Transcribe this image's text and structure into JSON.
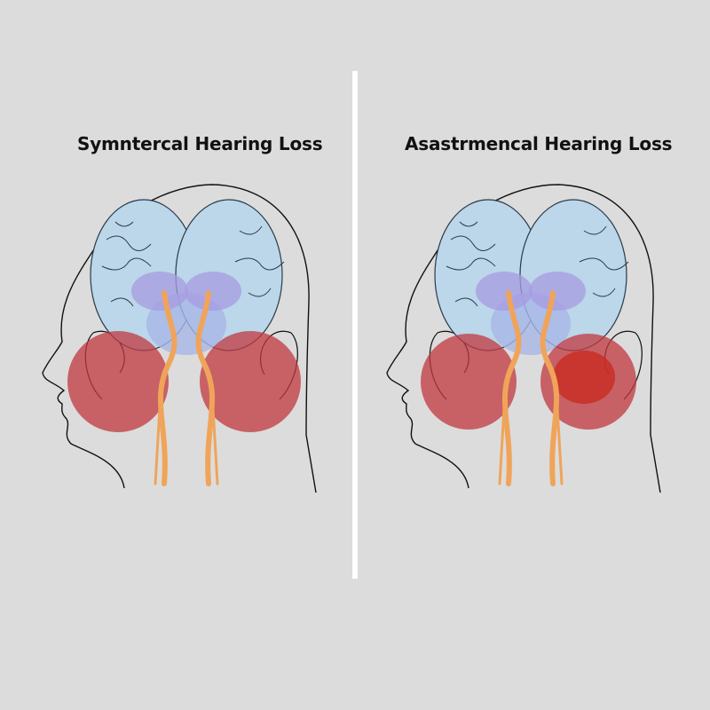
{
  "panels": [
    {
      "title": "Symntercal Hearing Loss",
      "left_ear_highlight": "#c0383f",
      "right_ear_highlight": "#c0383f",
      "right_ear_intensity": "normal"
    },
    {
      "title": "Asastrmencal Hearing Loss",
      "left_ear_highlight": "#c0383f",
      "right_ear_highlight": "#c92a22",
      "right_ear_intensity": "intense"
    }
  ],
  "colors": {
    "background": "#dcdcdc",
    "brain": "#bcd6ea",
    "auditory_region": "#a79be0",
    "nerve": "#f0a45a",
    "outline": "#111111",
    "divider": "#ffffff"
  }
}
